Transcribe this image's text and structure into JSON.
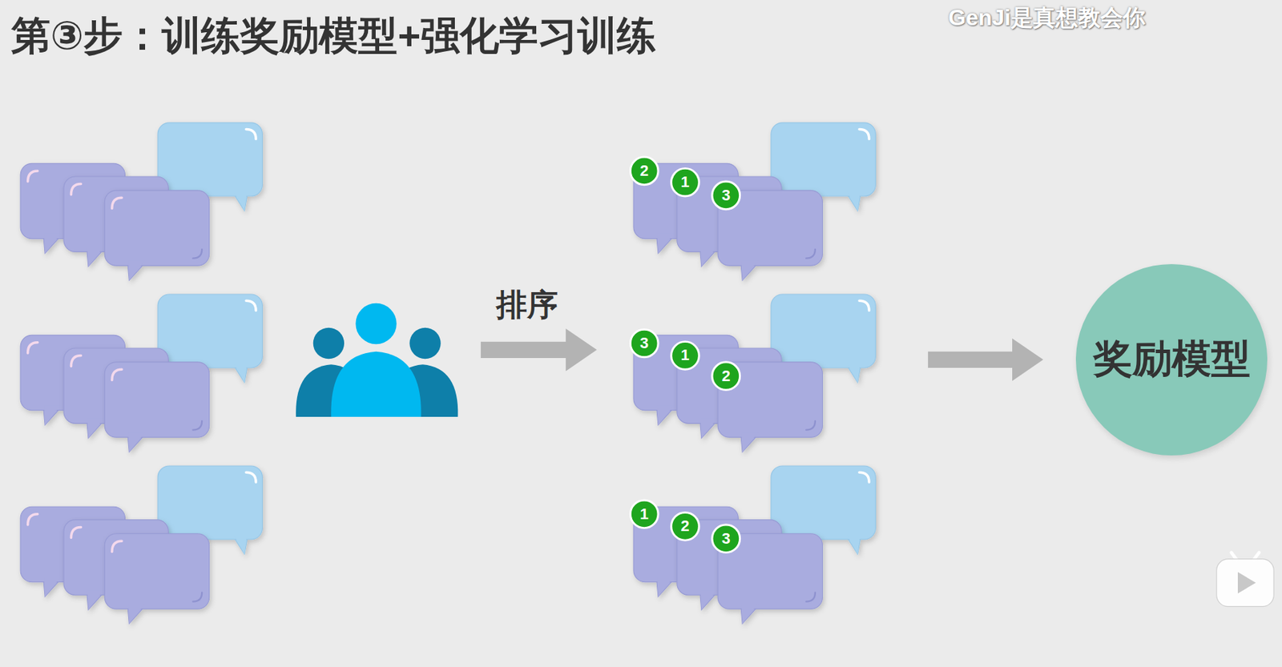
{
  "diagram": {
    "title": "第③步：训练奖励模型+强化学习训练",
    "nodes": [
      {
        "text": [
          "奖励模型"
        ]
      }
    ],
    "labels": [
      "GenJi是真想教会你",
      "排序",
      "2",
      "1",
      "3",
      "3",
      "1",
      "2",
      "1",
      "2",
      "3"
    ]
  }
}
